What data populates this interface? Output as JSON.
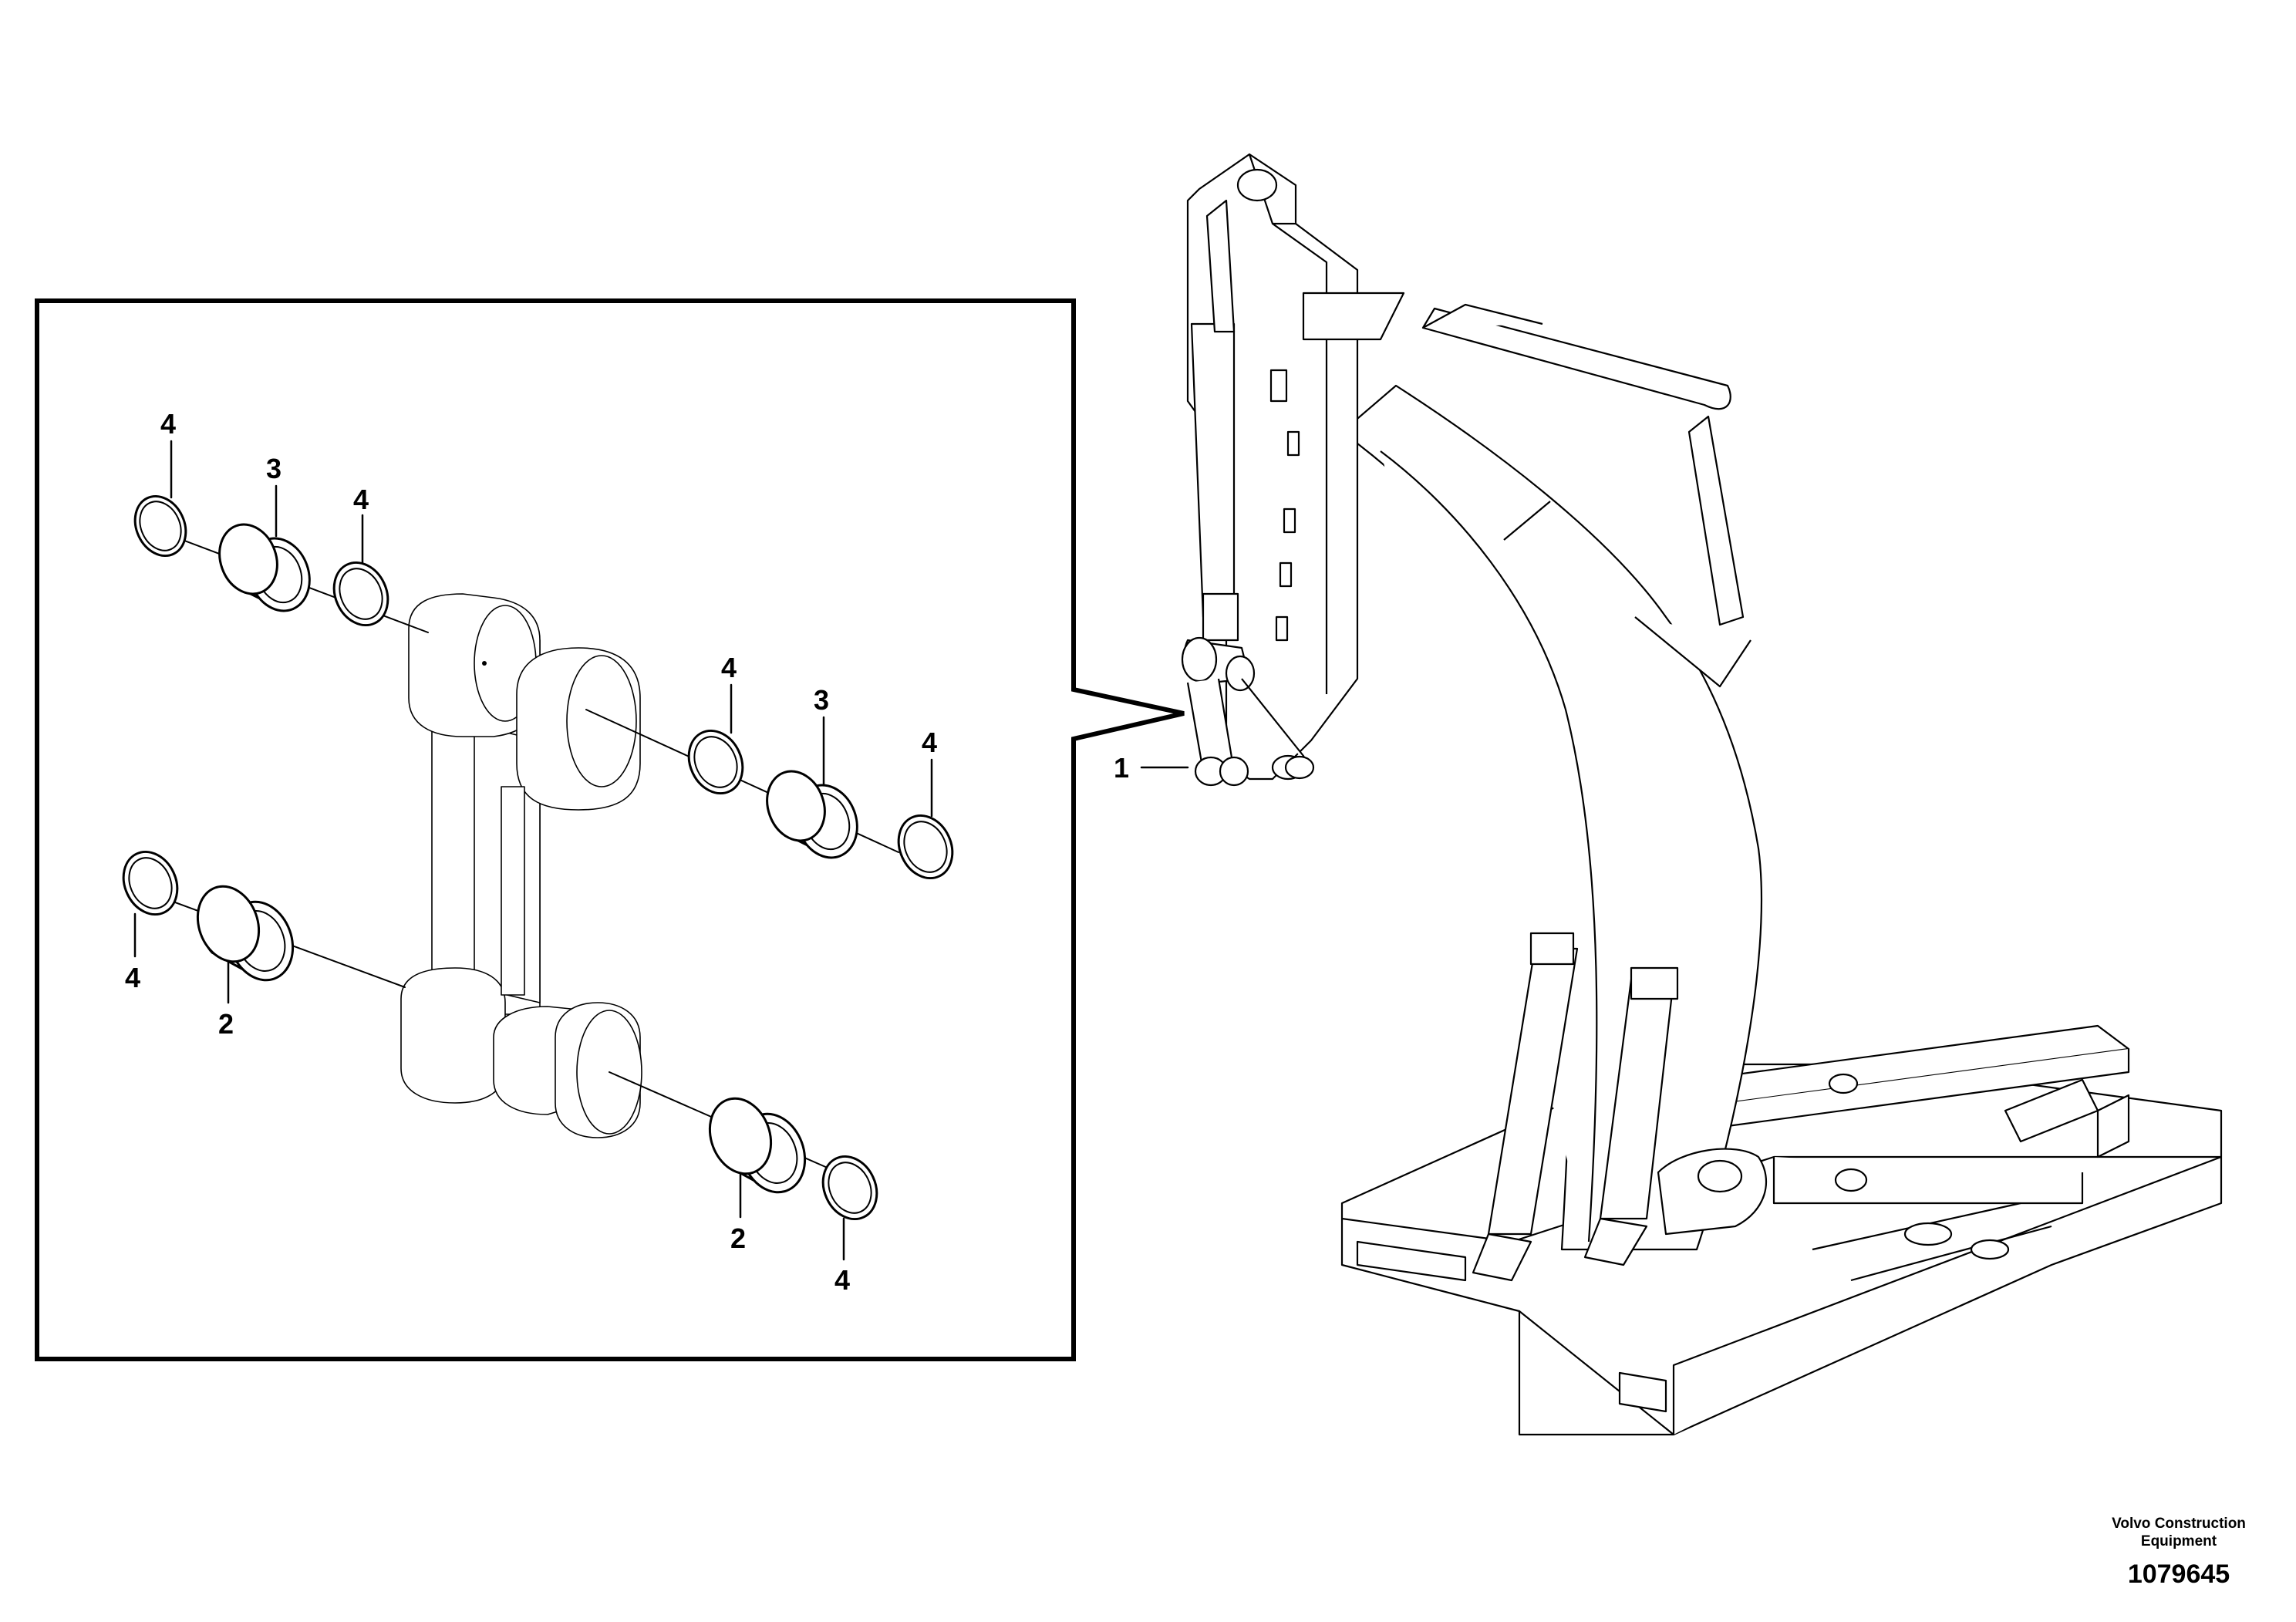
{
  "callouts": [
    {
      "id": "c4a",
      "text": "4"
    },
    {
      "id": "c3a",
      "text": "3"
    },
    {
      "id": "c4b",
      "text": "4"
    },
    {
      "id": "c4c",
      "text": "4"
    },
    {
      "id": "c3b",
      "text": "3"
    },
    {
      "id": "c4d",
      "text": "4"
    },
    {
      "id": "c4e",
      "text": "4"
    },
    {
      "id": "c2a",
      "text": "2"
    },
    {
      "id": "c2b",
      "text": "2"
    },
    {
      "id": "c4f",
      "text": "4"
    },
    {
      "id": "c1",
      "text": "1"
    }
  ],
  "footer": {
    "company_line1": "Volvo Construction",
    "company_line2": "Equipment",
    "drawing_number": "1079645"
  }
}
